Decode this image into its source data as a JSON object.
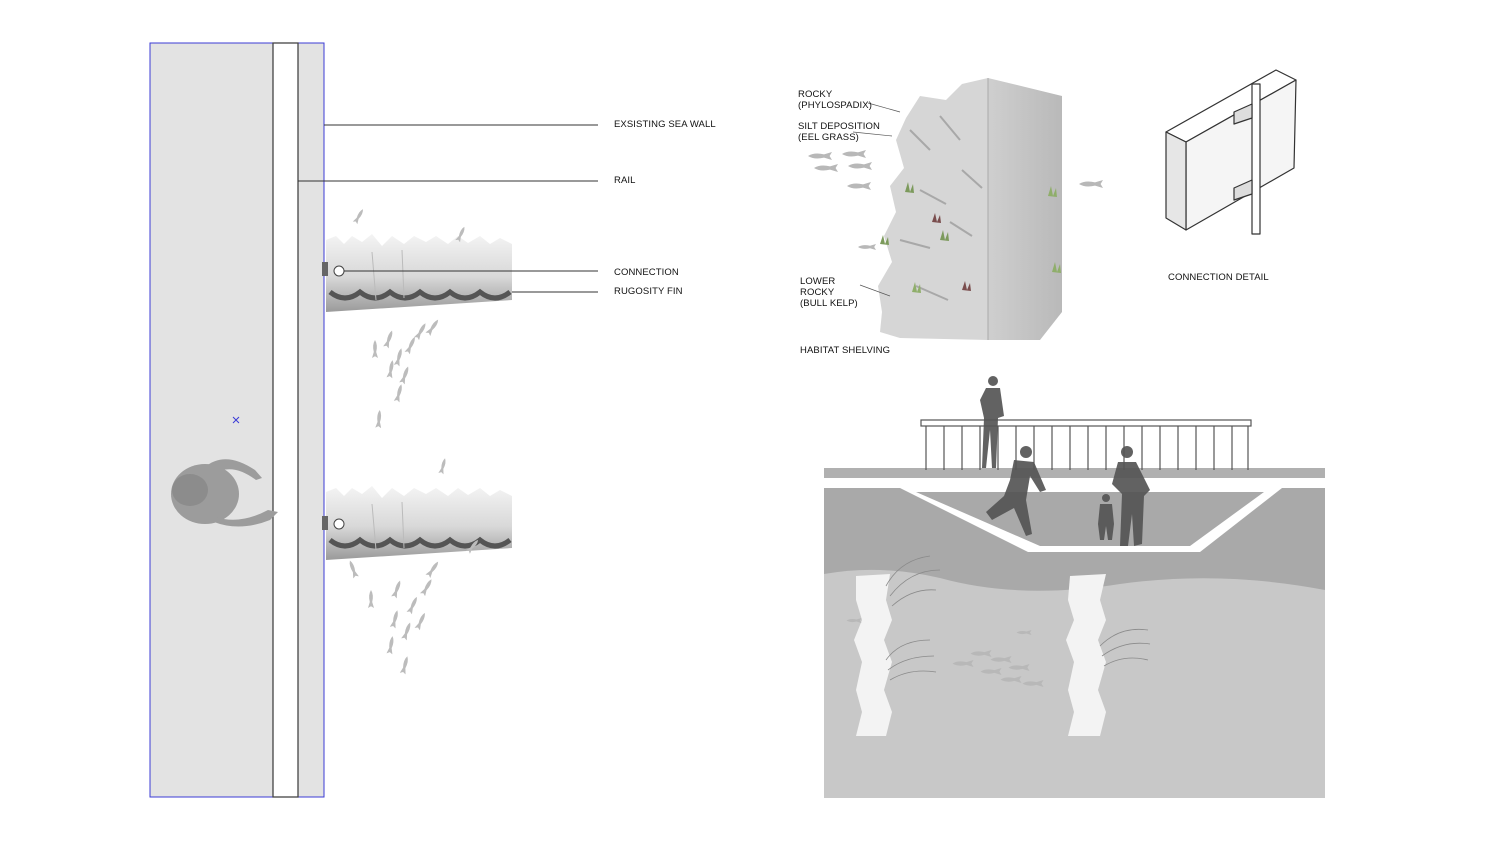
{
  "plan": {
    "labels": {
      "sea_wall": "EXSISTING SEA WALL",
      "rail": "RAIL",
      "connection": "CONNECTION",
      "fin": "RUGOSITY FIN"
    }
  },
  "habitat": {
    "labels": {
      "rocky": "ROCKY\n(PHYLOSPADIX)",
      "silt": "SILT DEPOSITION\n(EEL GRASS)",
      "lower": "LOWER\nROCKY\n(BULL KELP)",
      "title": "HABITAT SHELVING"
    }
  },
  "connection_detail": {
    "title": "CONNECTION DETAIL"
  },
  "colors": {
    "wall": "#e3e3e3",
    "outline_blue": "#3b3bd6",
    "water_dark": "#a9a9a9",
    "water_light": "#c8c8c8",
    "silhouette": "#555555"
  }
}
